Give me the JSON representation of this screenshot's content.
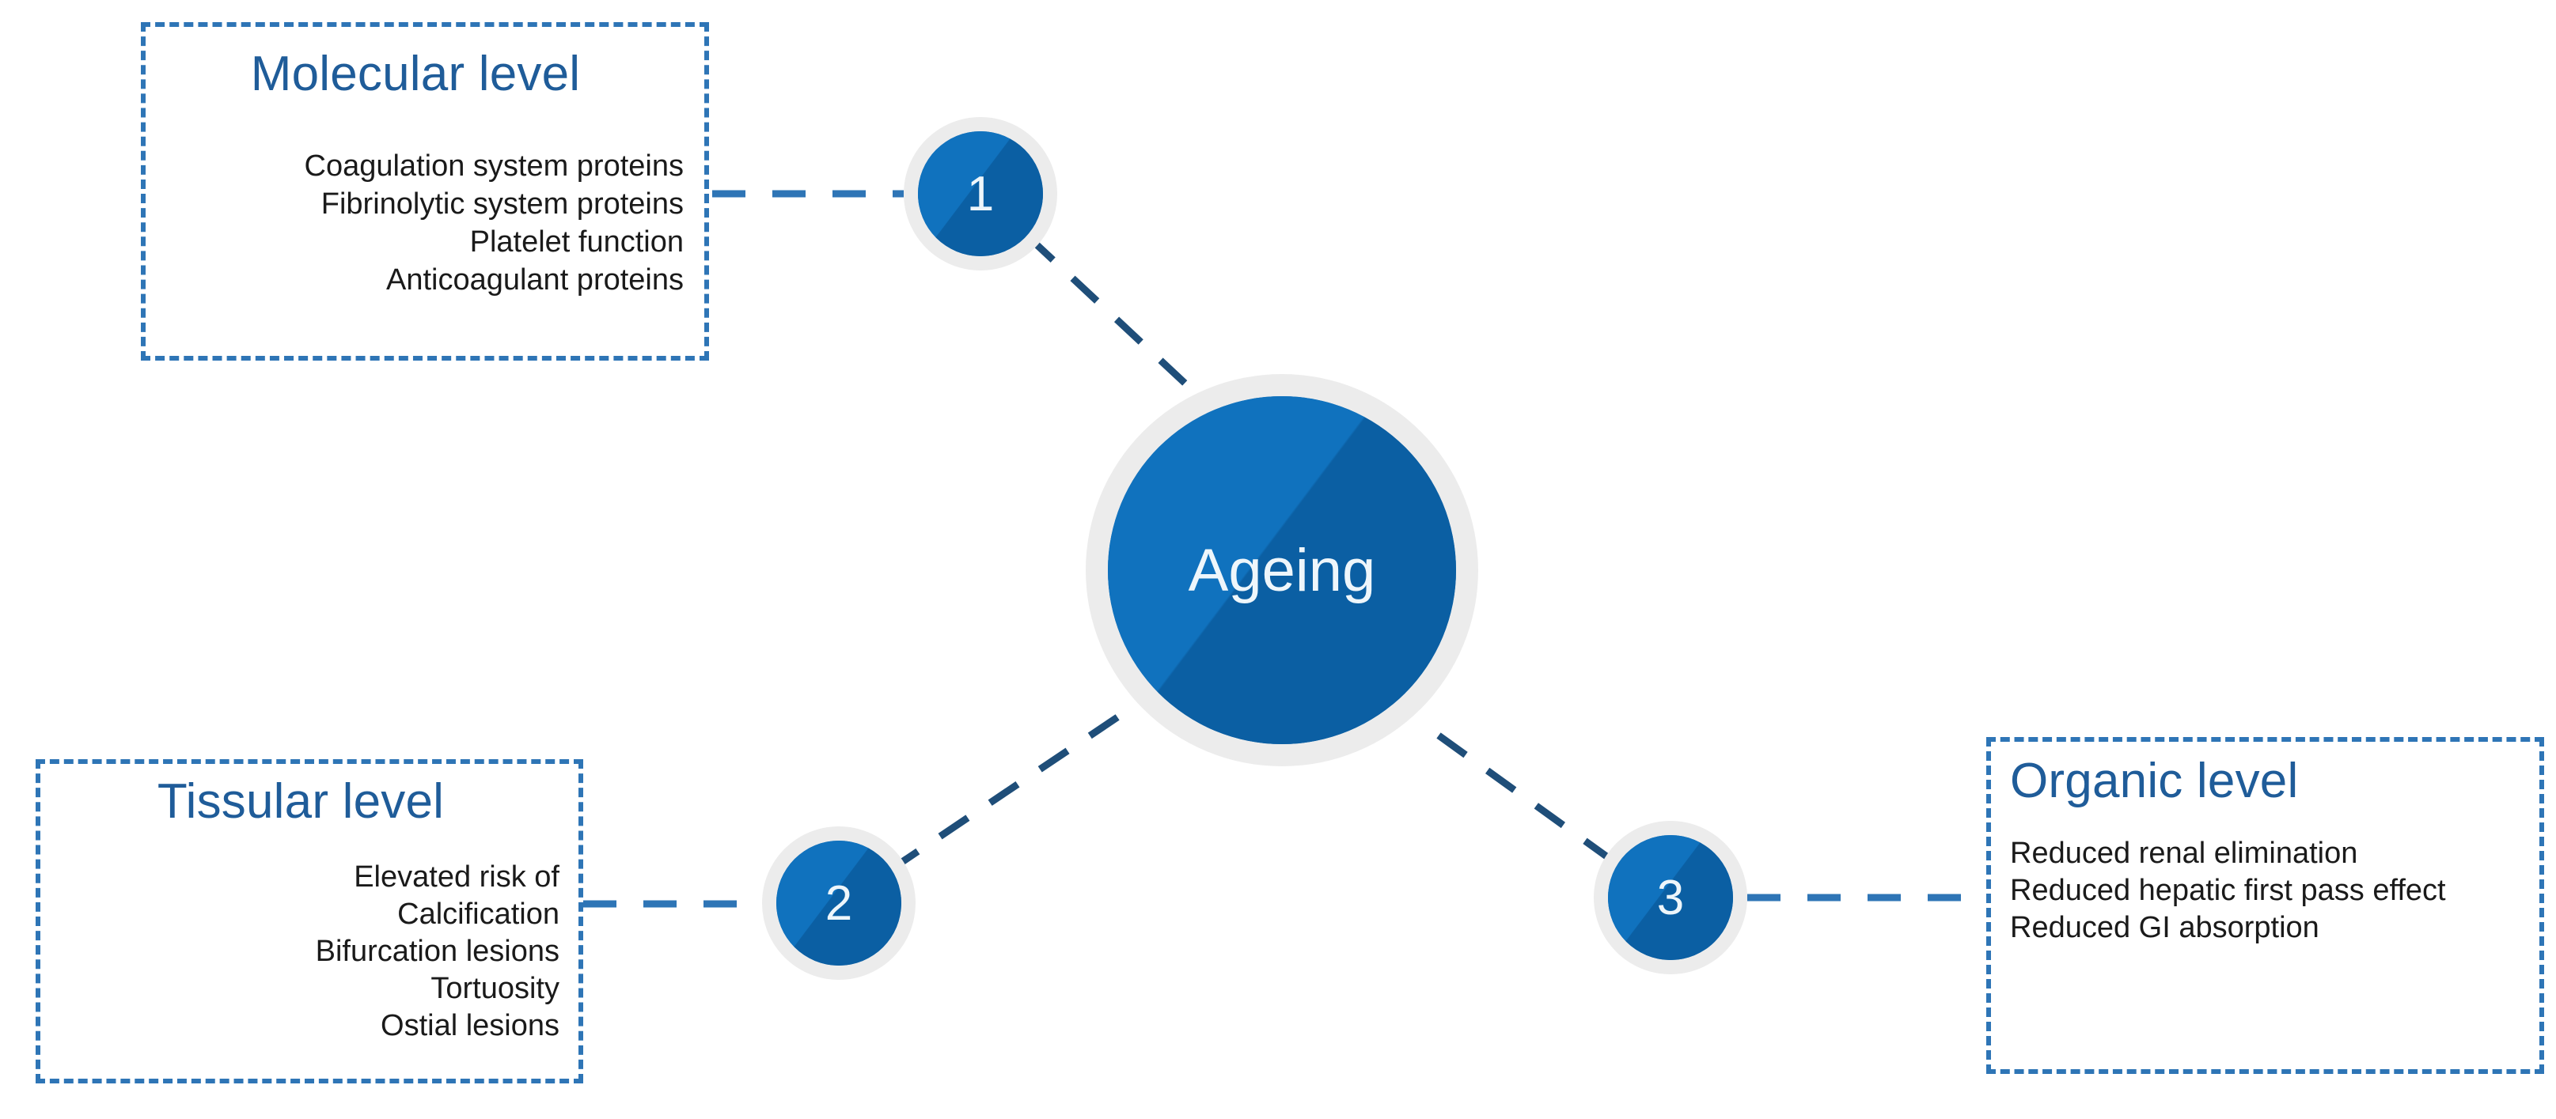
{
  "diagram": {
    "center_node": {
      "label": "Ageing",
      "shape": "circle"
    },
    "nodes": [
      {
        "number": "1",
        "links_to": "Molecular level"
      },
      {
        "number": "2",
        "links_to": "Tissular level"
      },
      {
        "number": "3",
        "links_to": "Organic level"
      }
    ],
    "boxes": [
      {
        "id": "molecular",
        "title": "Molecular level",
        "align": "right",
        "items": [
          "Coagulation system proteins",
          "Fibrinolytic system proteins",
          "Platelet function",
          "Anticoagulant proteins"
        ]
      },
      {
        "id": "tissular",
        "title": "Tissular level",
        "align": "right",
        "items": [
          "Elevated risk of",
          "Calcification",
          "Bifurcation lesions",
          "Tortuosity",
          "Ostial lesions"
        ]
      },
      {
        "id": "organic",
        "title": "Organic level",
        "align": "left",
        "items": [
          "Reduced renal elimination",
          "Reduced hepatic first pass effect",
          "Reduced GI absorption"
        ]
      }
    ],
    "colors": {
      "background": "#ffffff",
      "box_border": "#2E75B6",
      "title_text": "#1F5C99",
      "item_text": "#1a1a1a",
      "node_fill_light": "#1072BE",
      "node_fill_dark": "#0B5FA3",
      "node_ring": "#ececec",
      "node_label": "#eef6fb",
      "connector_horizontal": "#2E75B6",
      "connector_diagonal": "#1F4E79"
    }
  }
}
